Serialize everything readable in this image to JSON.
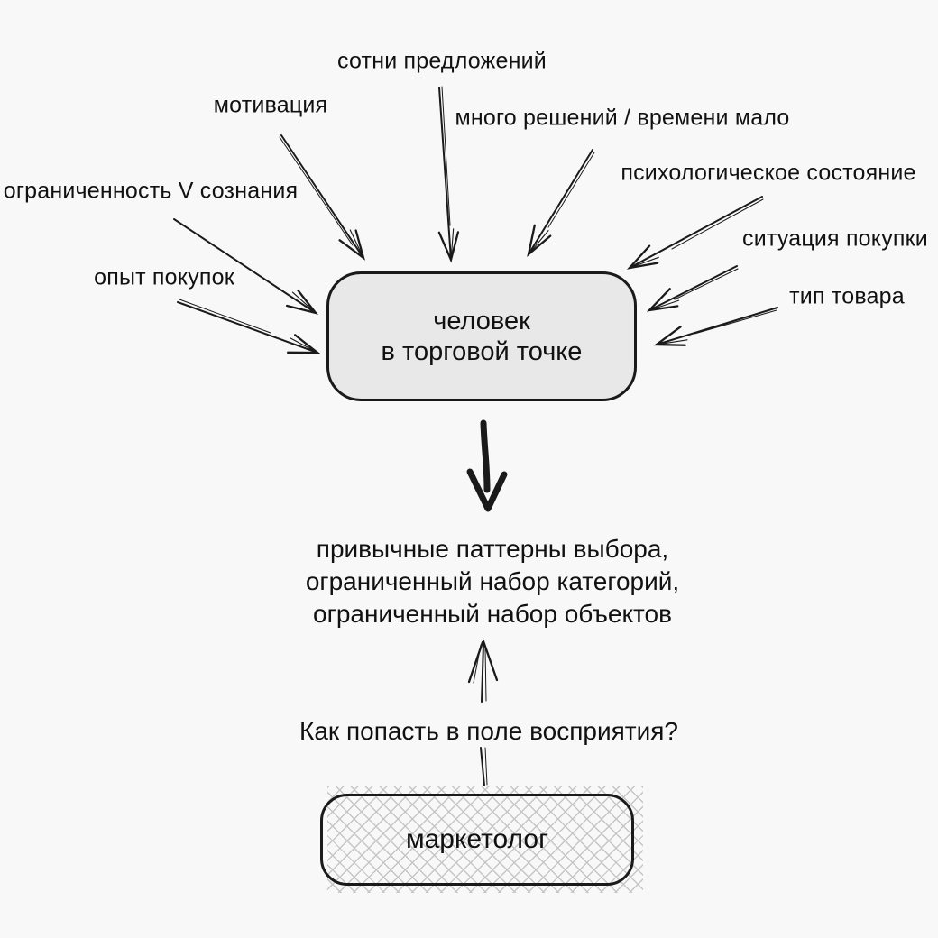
{
  "diagram": {
    "title_hint": "factors influencing a shopper at point of sale",
    "colors": {
      "background": "#f8f8f8",
      "stroke": "#1a1a1a",
      "central_box_fill": "#e8e8e9",
      "hatch_line": "#c6c6c6"
    },
    "factors": [
      {
        "label": "сотни предложений"
      },
      {
        "label": "мотивация"
      },
      {
        "label": "много решений / времени мало"
      },
      {
        "label": "психологическое состояние"
      },
      {
        "label": "ограниченность V сознания"
      },
      {
        "label": "ситуация покупки"
      },
      {
        "label": "опыт покупок"
      },
      {
        "label": "тип товара"
      }
    ],
    "central_box": {
      "label": "человек\nв торговой точке"
    },
    "outcome_text": "привычные паттерны выбора,\nограниченный набор категорий,\nограниченный набор объектов",
    "question": "Как попасть в поле восприятия?",
    "actor_box": {
      "label": "маркетолог"
    }
  }
}
